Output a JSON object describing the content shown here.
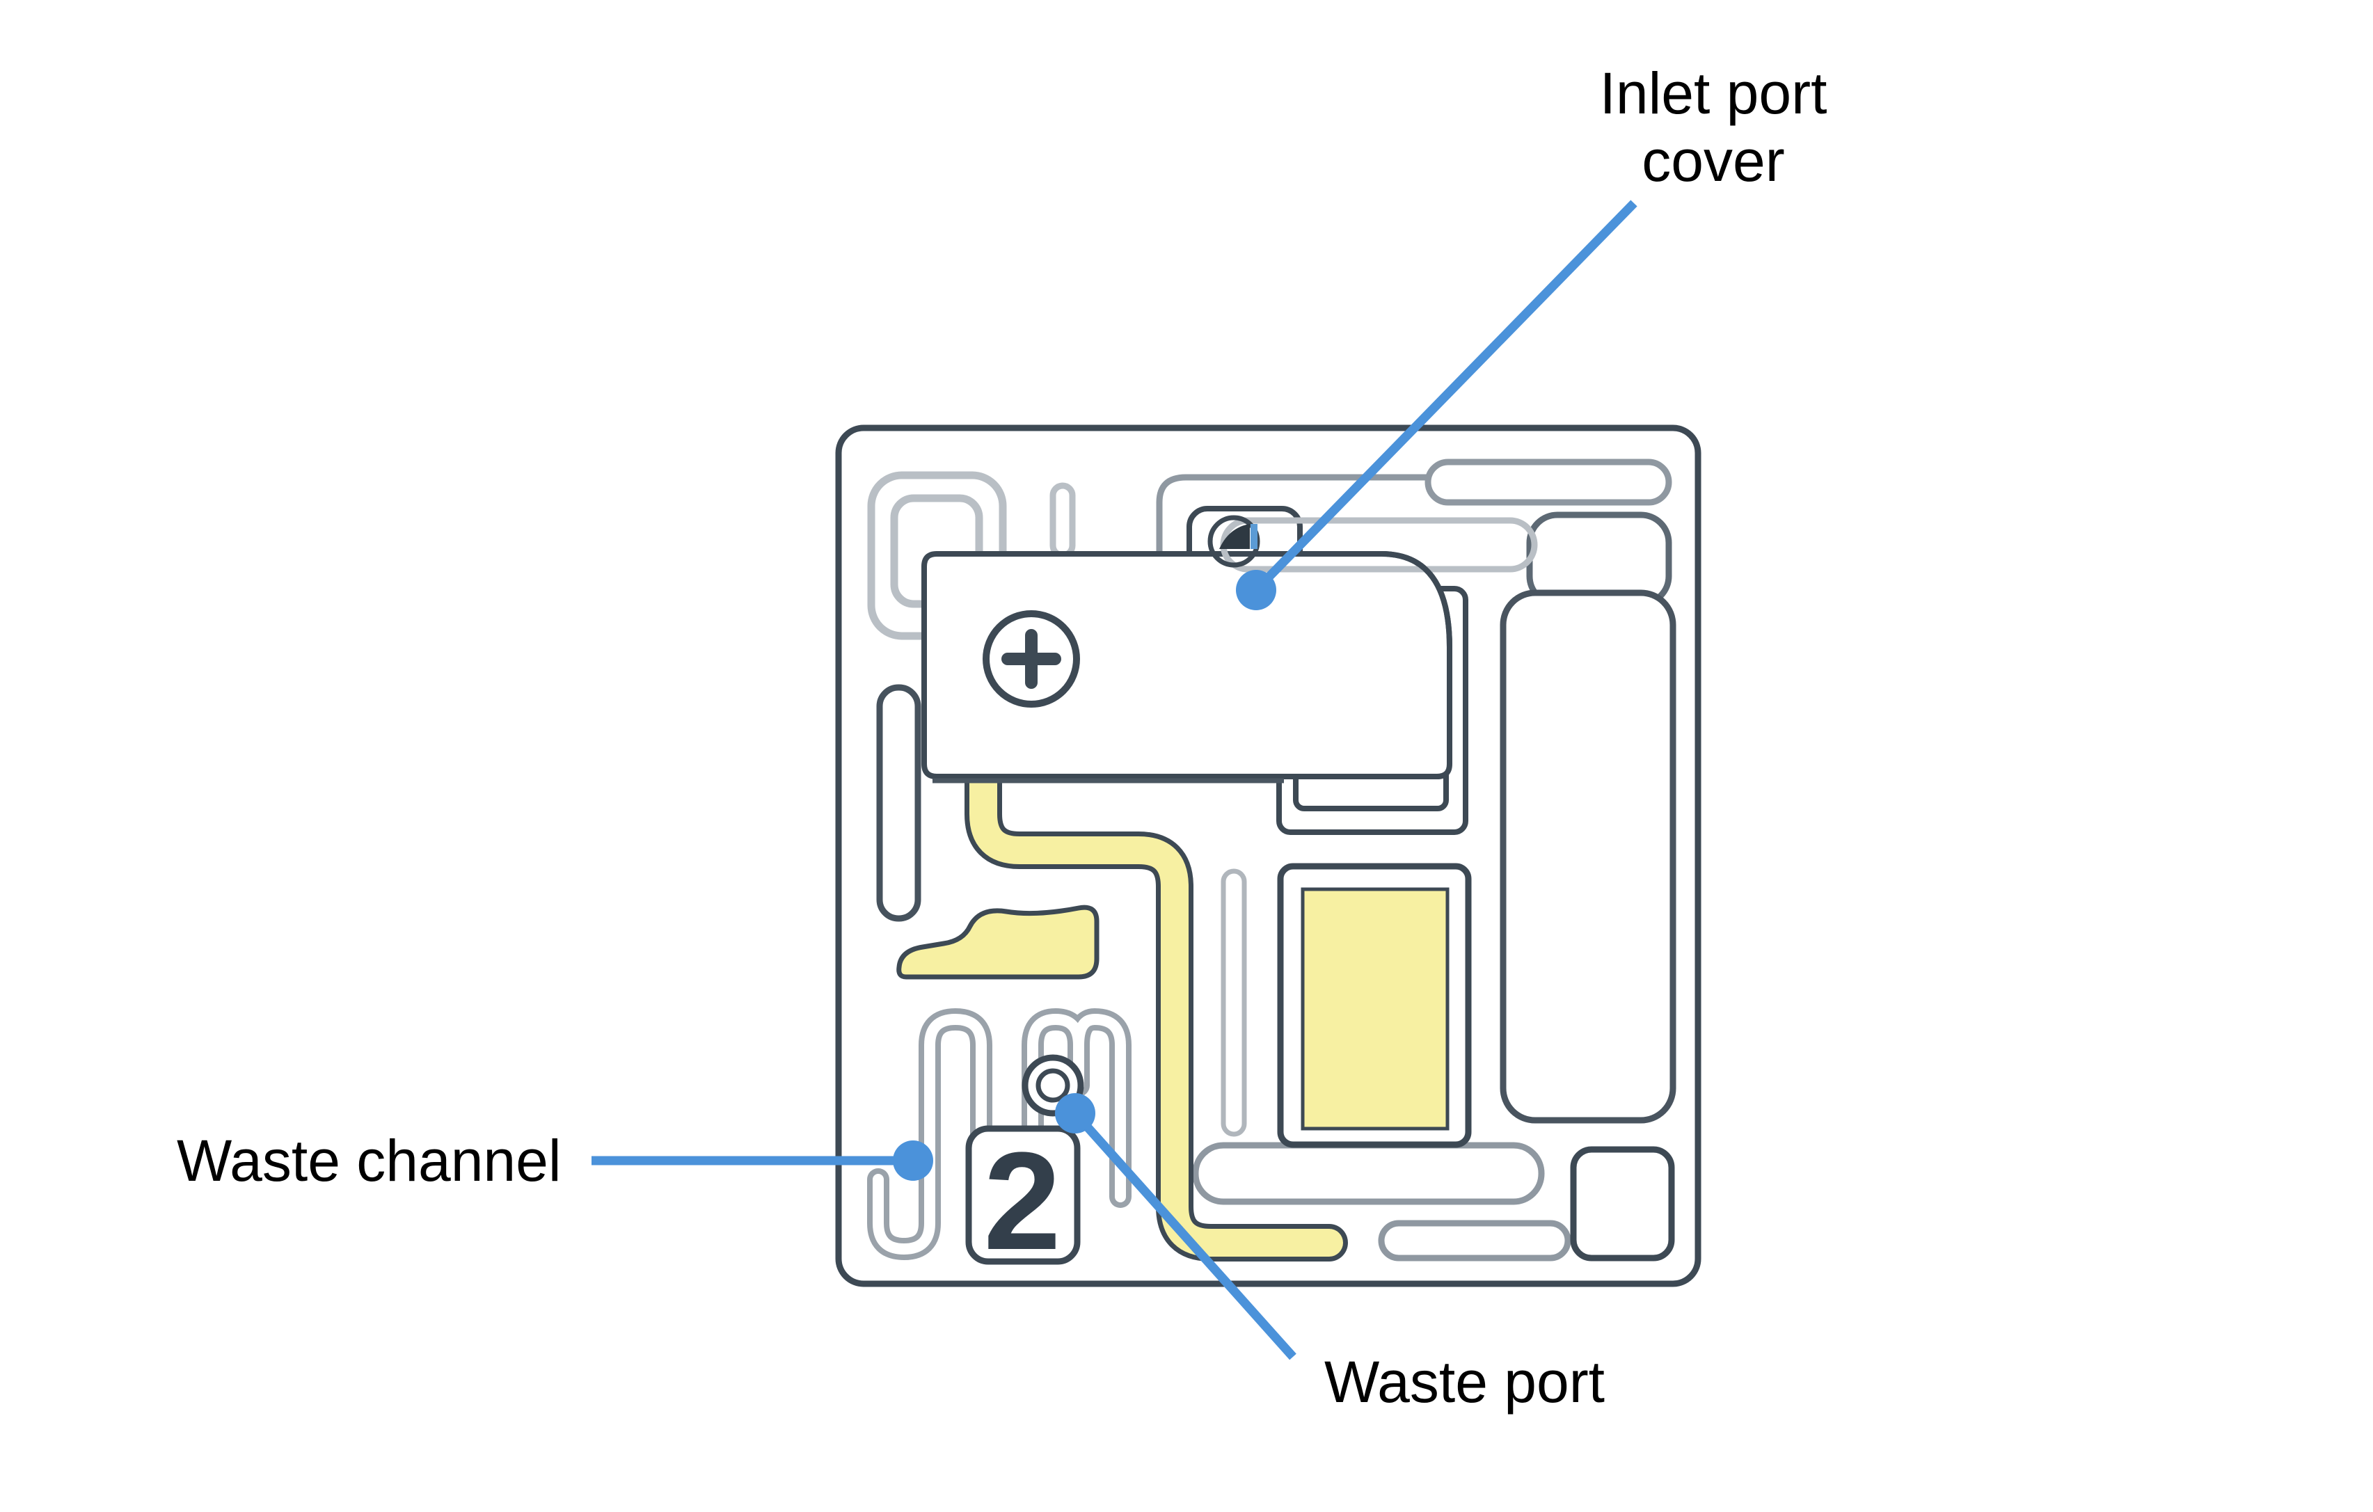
{
  "figure": {
    "type": "microfluidic-cartridge-diagram",
    "labels": {
      "inlet_port_cover": {
        "line1": "Inlet port",
        "line2": "cover"
      },
      "waste_channel": "Waste channel",
      "waste_port": "Waste port"
    },
    "markers": {
      "waste_well_number": "2"
    },
    "colors": {
      "outline_dark": "#3d4954",
      "channel_gray_light": "#b9bfc5",
      "channel_gray_mid": "#8f98a1",
      "channel_gray_dark": "#5d6974",
      "fluid_yellow": "#f7f0a2",
      "accent_blue": "#4b92da",
      "numeral_dark": "#333f4b",
      "label_text": "#000000"
    }
  }
}
